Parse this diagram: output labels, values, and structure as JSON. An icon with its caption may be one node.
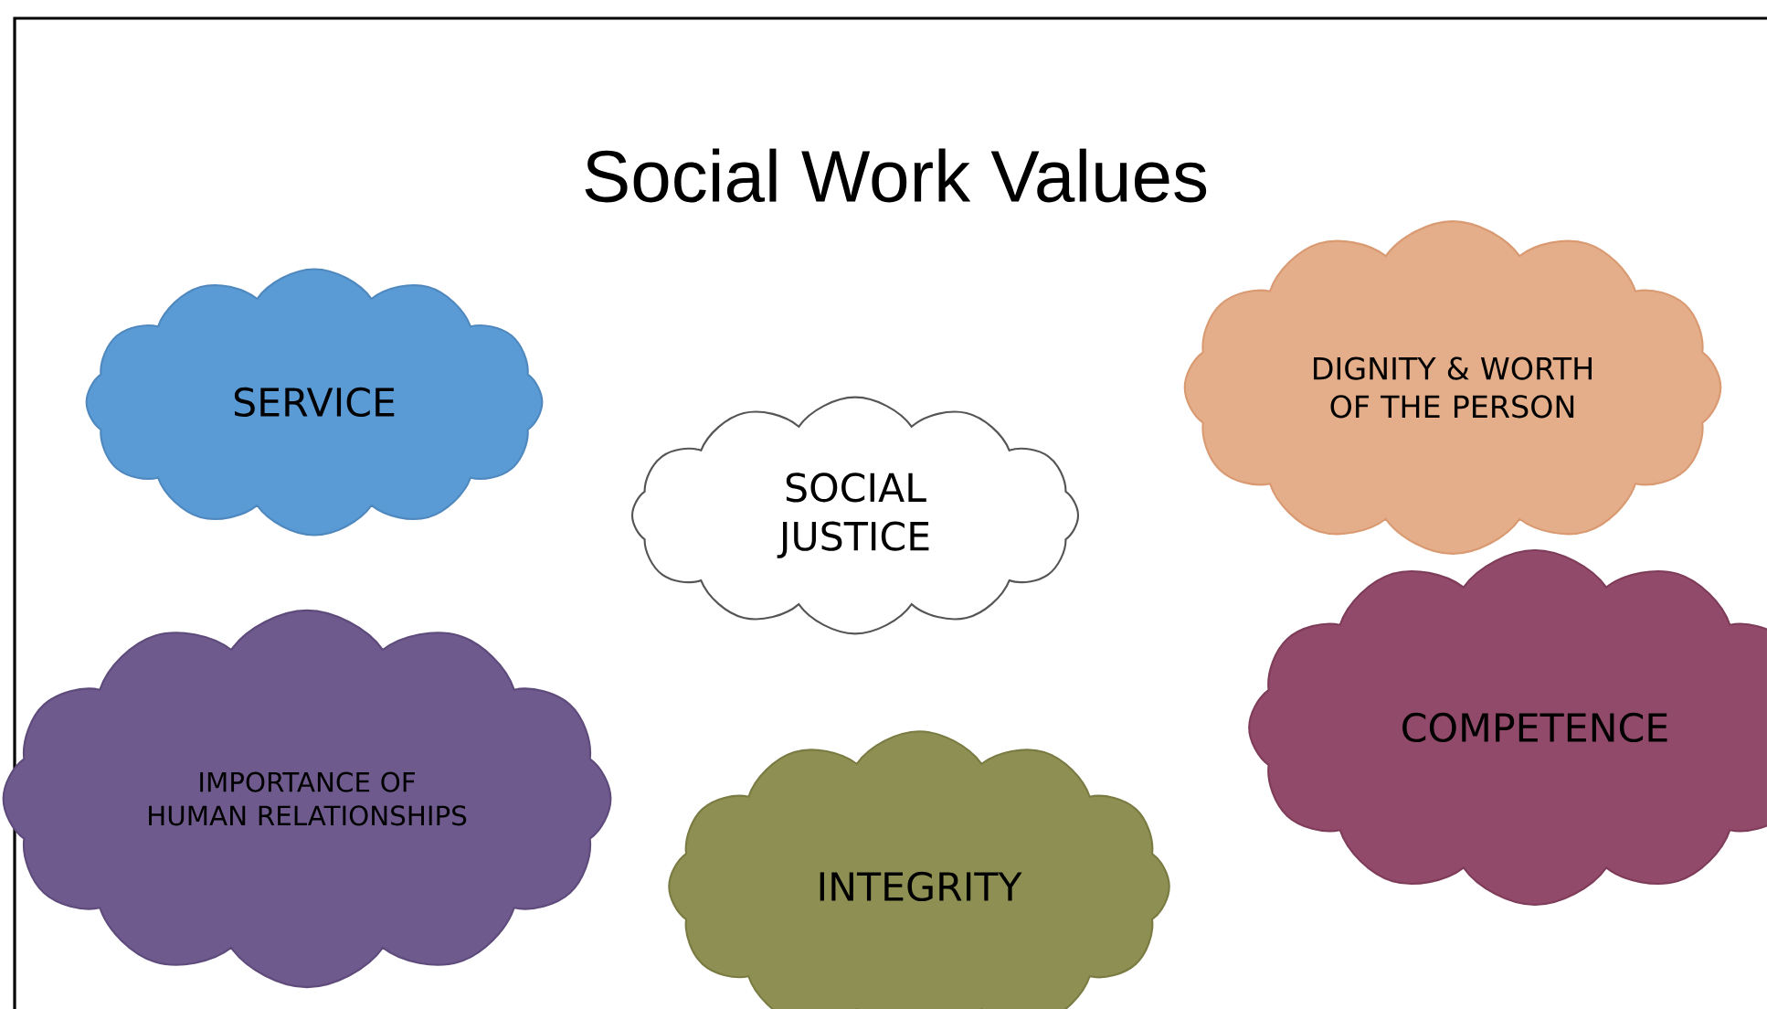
{
  "diagram": {
    "title": "Social Work Values",
    "nodes": [
      {
        "text": [
          "SERVICE"
        ]
      },
      {
        "text": [
          "SOCIAL JUSTICE"
        ]
      },
      {
        "text": [
          "DIGNITY & WORTH OF THE PERSON"
        ]
      },
      {
        "text": [
          "IMPORTANCE OF HUMAN RELATIONSHIPS"
        ]
      },
      {
        "text": [
          "INTEGRITY"
        ]
      },
      {
        "text": [
          "COMPETENCE"
        ]
      }
    ]
  }
}
